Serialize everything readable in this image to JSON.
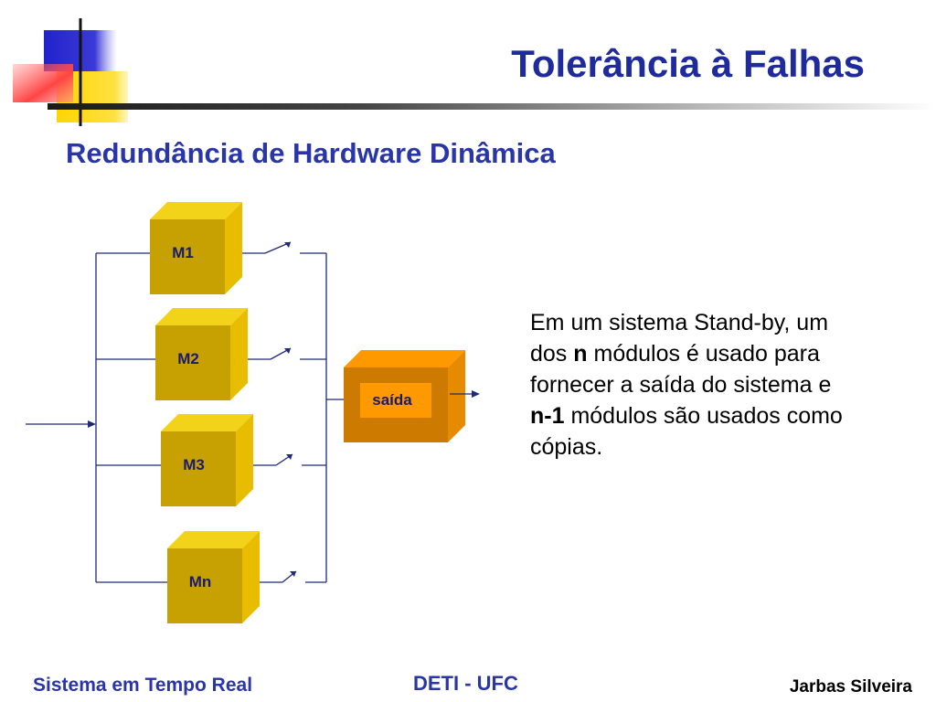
{
  "slide": {
    "title": "Tolerância à Falhas",
    "subtitle": "Redundância de Hardware Dinâmica"
  },
  "diagram": {
    "modules": [
      {
        "label": "M1"
      },
      {
        "label": "M2"
      },
      {
        "label": "M3"
      },
      {
        "label": "Mn"
      }
    ],
    "output_label": "saída",
    "colors": {
      "module_front": "#c7a102",
      "module_side": "#e8bd00",
      "module_top": "#f3d21a",
      "output_front": "#cc7a00",
      "output_side": "#e68a00",
      "output_top": "#ff9900",
      "output_panel": "#ff9900",
      "wire": "#1f2a7a"
    }
  },
  "description": {
    "line1": "Em um sistema Stand-by, um",
    "line2_a": "dos ",
    "line2_bold": "n",
    "line2_b": " módulos é usado para",
    "line3": "fornecer a saída do sistema e",
    "line4_bold": "n-1",
    "line4_b": " módulos são usados como",
    "line5": "cópias."
  },
  "footer": {
    "left": "Sistema em Tempo Real",
    "center": "DETI - UFC",
    "right": "Jarbas Silveira"
  }
}
